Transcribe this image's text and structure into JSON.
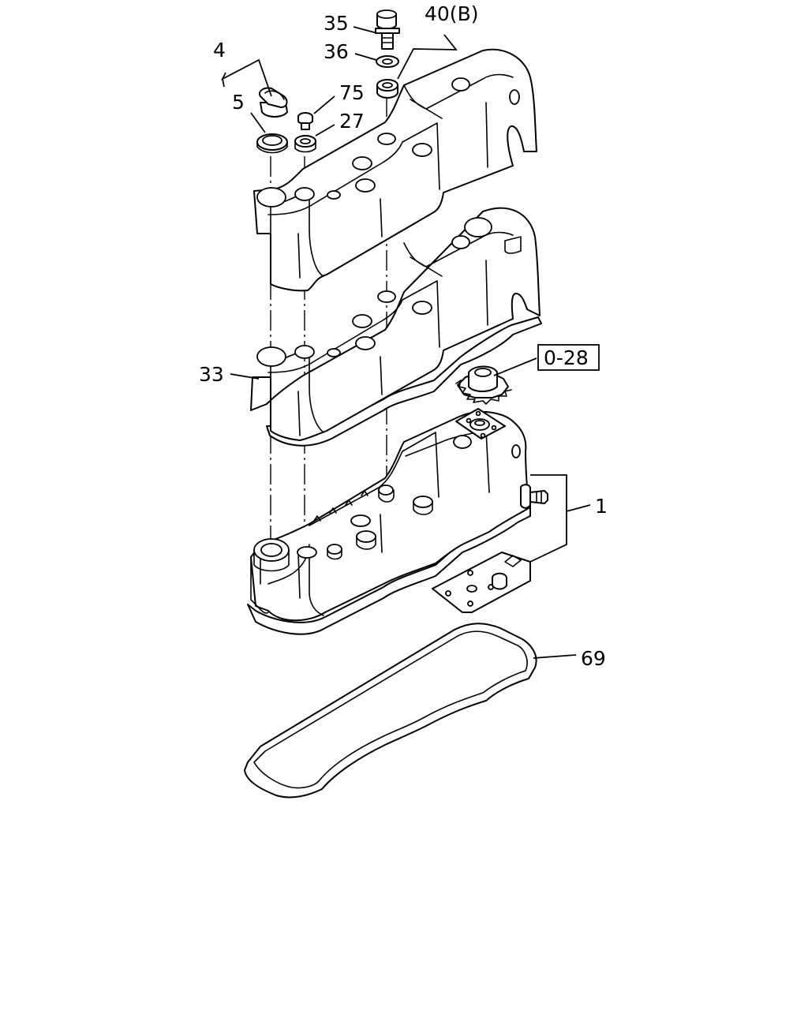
{
  "callouts": {
    "c35": "35",
    "c40b": "40(B)",
    "c36": "36",
    "c4": "4",
    "c75": "75",
    "c5": "5",
    "c27": "27",
    "c33": "33",
    "c028": "0-28",
    "c1": "1",
    "c69": "69"
  }
}
